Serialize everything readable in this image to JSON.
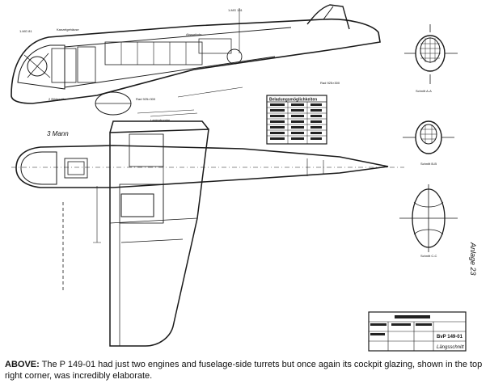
{
  "drawing": {
    "crew_note": "3 Mann",
    "load_table": {
      "header": "Beladungsmöglichkeiten"
    },
    "vertical_annotation": "Anlage 23",
    "title_block": {
      "drawing_number": "BvP 149-01",
      "sheet_label": "Längsschnitt"
    }
  },
  "caption": {
    "lead": "ABOVE:",
    "text": " The P 149-01 had just two engines and fuselage-side turrets but once again its cockpit glazing, shown in the top right corner, was incredibly elaborate."
  }
}
